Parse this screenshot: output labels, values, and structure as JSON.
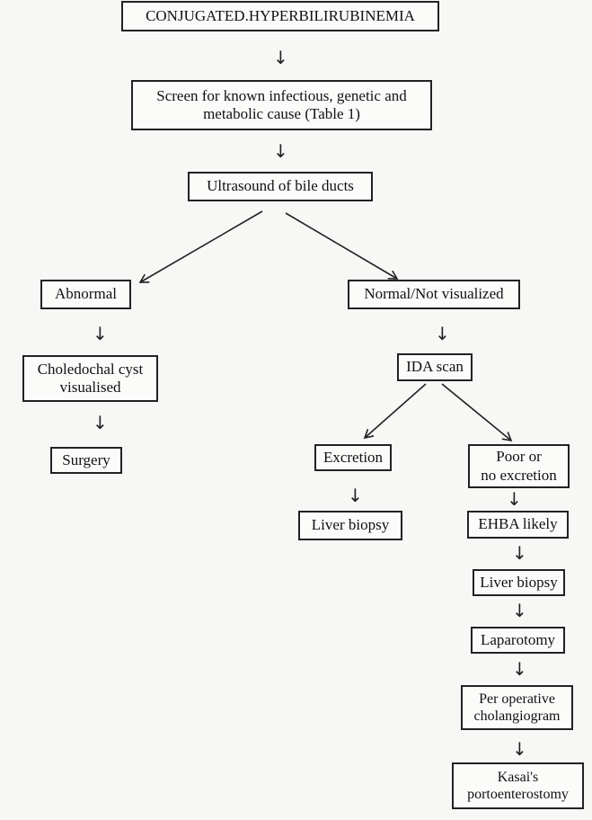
{
  "diagram": {
    "title": "CONJUGATED.HYPERBILIRUBINEMIA",
    "nodes": {
      "root": "CONJUGATED.HYPERBILIRUBINEMIA",
      "screen": "Screen for known infectious, genetic and\nmetabolic cause (Table 1)",
      "ultrasound": "Ultrasound of bile ducts",
      "abnormal": "Abnormal",
      "normal": "Normal/Not visualized",
      "choledochal": "Choledochal cyst\nvisualised",
      "surgery": "Surgery",
      "ida": "IDA scan",
      "excretion": "Excretion",
      "poor": "Poor or\nno excretion",
      "liver_biopsy_left": "Liver biopsy",
      "ehba": "EHBA likely",
      "liver_biopsy_right": "Liver biopsy",
      "laparotomy": "Laparotomy",
      "cholangiogram": "Per operative\ncholangiogram",
      "kasai": "Kasai's\nportoenterostomy"
    },
    "edges": [
      [
        "root",
        "screen"
      ],
      [
        "screen",
        "ultrasound"
      ],
      [
        "ultrasound",
        "abnormal"
      ],
      [
        "ultrasound",
        "normal"
      ],
      [
        "abnormal",
        "choledochal"
      ],
      [
        "choledochal",
        "surgery"
      ],
      [
        "normal",
        "ida"
      ],
      [
        "ida",
        "excretion"
      ],
      [
        "ida",
        "poor"
      ],
      [
        "excretion",
        "liver_biopsy_left"
      ],
      [
        "poor",
        "ehba"
      ],
      [
        "ehba",
        "liver_biopsy_right"
      ],
      [
        "liver_biopsy_right",
        "laparotomy"
      ],
      [
        "laparotomy",
        "cholangiogram"
      ],
      [
        "cholangiogram",
        "kasai"
      ]
    ],
    "arrow_glyph": "↓"
  }
}
